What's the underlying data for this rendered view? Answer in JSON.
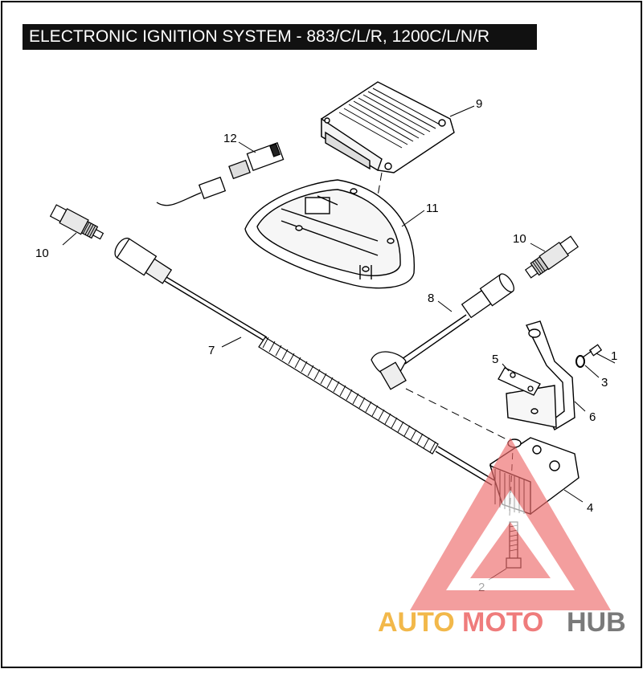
{
  "title": "ELECTRONIC IGNITION SYSTEM - 883/C/L/R, 1200C/L/N/R",
  "callouts": {
    "c1": "1",
    "c2": "2",
    "c3": "3",
    "c4": "4",
    "c5": "5",
    "c6": "6",
    "c7": "7",
    "c8": "8",
    "c9": "9",
    "c10a": "10",
    "c10b": "10",
    "c11": "11",
    "c12": "12"
  },
  "watermark": {
    "part1": "AUTO",
    "part2": "MOTO",
    "part3": "HUB",
    "colors": {
      "auto": "#f2b84a",
      "moto": "#ef7c7c",
      "hub": "#7a7a7a",
      "triangle": "#ee6b6b"
    }
  }
}
